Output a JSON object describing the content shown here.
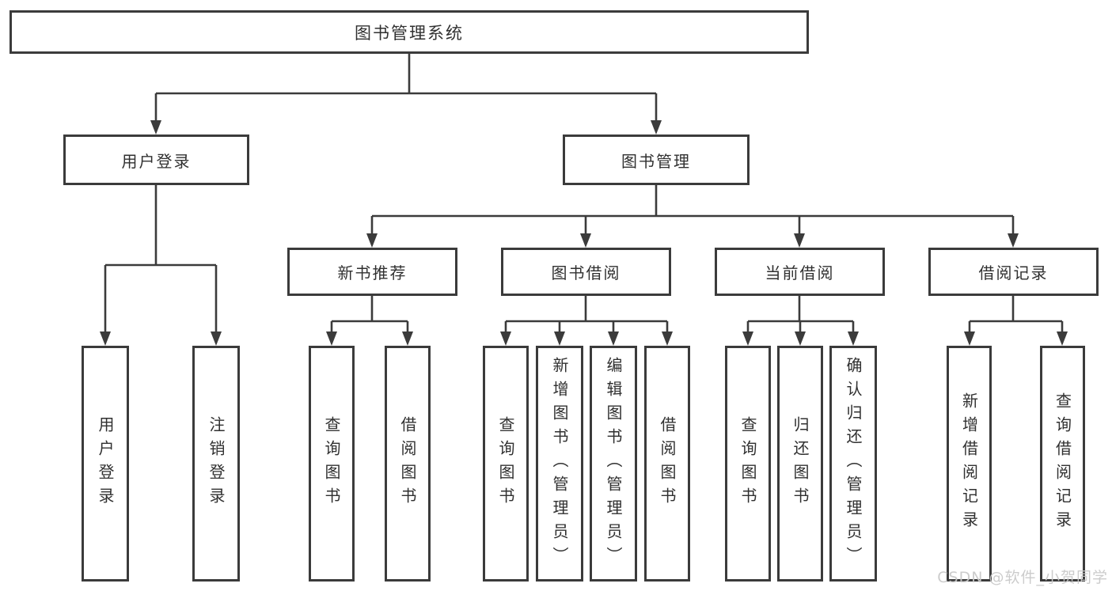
{
  "tree": {
    "root": "图书管理系统",
    "children": [
      {
        "label": "用户登录",
        "children": [
          "用户登录",
          "注销登录"
        ]
      },
      {
        "label": "图书管理",
        "children": [
          {
            "label": "新书推荐",
            "children": [
              "查询图书",
              "借阅图书"
            ]
          },
          {
            "label": "图书借阅",
            "children": [
              "查询图书",
              "新增图书（管理员）",
              "编辑图书（管理员）",
              "借阅图书"
            ]
          },
          {
            "label": "当前借阅",
            "children": [
              "查询图书",
              "归还图书",
              "确认归还（管理员）"
            ]
          },
          {
            "label": "借阅记录",
            "children": [
              "新增借阅记录",
              "查询借阅记录"
            ]
          }
        ]
      }
    ]
  },
  "watermark": "CSDN @软件_小贺同学",
  "colors": {
    "line": "#3b3b3b",
    "box_border": "#3b3b3b",
    "text": "#303030",
    "background": "#ffffff",
    "watermark": "#c9c9c9"
  }
}
